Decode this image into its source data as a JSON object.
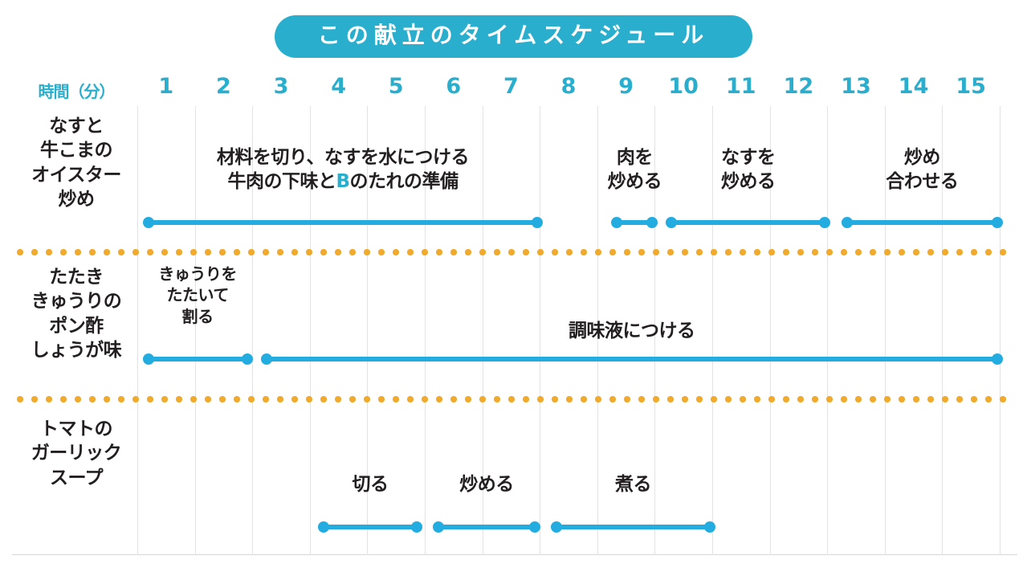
{
  "title": "この献立のタイムスケジュール",
  "axis": {
    "label": "時間（分）",
    "ticks": [
      "1",
      "2",
      "3",
      "4",
      "5",
      "6",
      "7",
      "8",
      "9",
      "10",
      "11",
      "12",
      "13",
      "14",
      "15"
    ],
    "unit_min": 1,
    "max_min": 15
  },
  "colors": {
    "accent_teal": "#29aecd",
    "bar_teal": "#22ace0",
    "separator_orange": "#f0ab2e",
    "gridline": "#e3e3e3",
    "text": "#231f20",
    "background": "#ffffff"
  },
  "rows": [
    {
      "dish": "なすと\n牛こまの\nオイスター\n炒め",
      "tasks": [
        {
          "label_pre": "材料を切り、なすを水につける\n牛肉の下味と",
          "label_hl": "B",
          "label_post": "のたれの準備",
          "start": 0.15,
          "end": 7.0
        },
        {
          "label": "肉を\n炒める",
          "start": 8.3,
          "end": 9.0
        },
        {
          "label": "なすを\n炒める",
          "start": 9.25,
          "end": 12.0
        },
        {
          "label": "炒め\n合わせる",
          "start": 12.3,
          "end": 15.0
        }
      ]
    },
    {
      "dish": "たたき\nきゅうりの\nポン酢\nしょうが味",
      "tasks": [
        {
          "label": "きゅうりを\nたたいて\n割る",
          "start": 0.15,
          "end": 1.95
        },
        {
          "label": "調味液につける",
          "start": 2.2,
          "end": 15.0
        }
      ]
    },
    {
      "dish": "トマトの\nガーリック\nスープ",
      "tasks": [
        {
          "label": "切る",
          "start": 3.2,
          "end": 4.9
        },
        {
          "label": "炒める",
          "start": 5.2,
          "end": 6.95
        },
        {
          "label": "煮る",
          "start": 7.25,
          "end": 10.0
        }
      ]
    }
  ],
  "chart_data": {
    "type": "bar",
    "title": "この献立のタイムスケジュール",
    "xlabel": "時間（分）",
    "ylabel": "",
    "xlim": [
      0,
      15
    ],
    "grid": true,
    "legend": "none",
    "orientation": "horizontal-gantt",
    "categories": [
      "なすと牛こまのオイスター炒め",
      "たたききゅうりのポン酢しょうが味",
      "トマトのガーリックスープ"
    ],
    "series": [
      {
        "name": "なすと牛こまのオイスター炒め",
        "values": [
          {
            "task": "材料を切り、なすを水につける／牛肉の下味とBのたれの準備",
            "start": 0,
            "end": 7
          },
          {
            "task": "肉を炒める",
            "start": 8.3,
            "end": 9
          },
          {
            "task": "なすを炒める",
            "start": 9.25,
            "end": 12
          },
          {
            "task": "炒め合わせる",
            "start": 12.3,
            "end": 15
          }
        ]
      },
      {
        "name": "たたききゅうりのポン酢しょうが味",
        "values": [
          {
            "task": "きゅうりをたたいて割る",
            "start": 0,
            "end": 1.95
          },
          {
            "task": "調味液につける",
            "start": 2.2,
            "end": 15
          }
        ]
      },
      {
        "name": "トマトのガーリックスープ",
        "values": [
          {
            "task": "切る",
            "start": 3.2,
            "end": 4.9
          },
          {
            "task": "炒める",
            "start": 5.2,
            "end": 6.95
          },
          {
            "task": "煮る",
            "start": 7.25,
            "end": 10
          }
        ]
      }
    ]
  }
}
